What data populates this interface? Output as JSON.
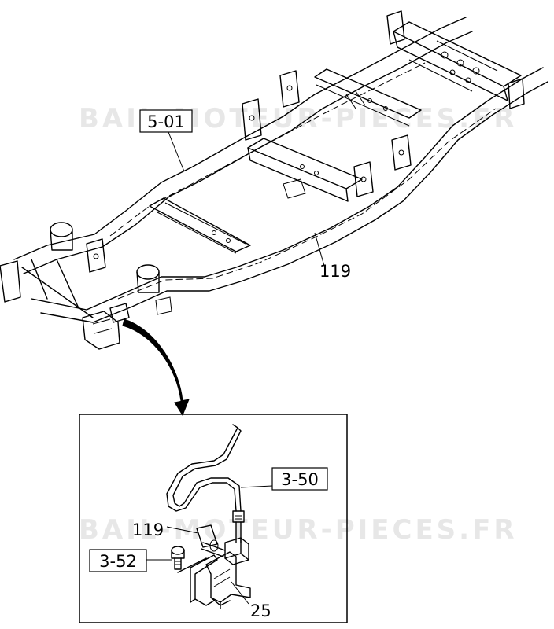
{
  "watermark_text": "BAIL-MOTEUR-PIECES.FR",
  "callouts": {
    "frame_assembly": "5-01",
    "frame_main": "119",
    "detail_pipe_ref": "119",
    "detail_hose_ref": "3-50",
    "detail_bolt_ref": "3-52",
    "detail_bracket_ref": "25"
  }
}
